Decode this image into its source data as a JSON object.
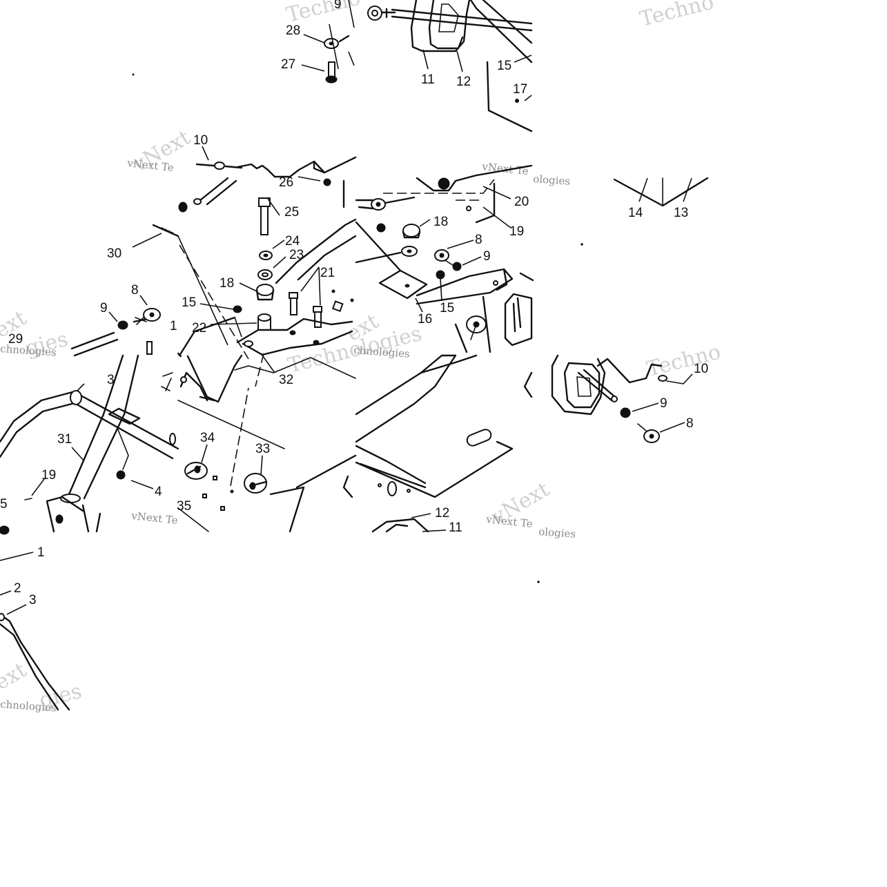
{
  "watermark": {
    "brand": "Technologies",
    "brand_short": "Techno",
    "credit": "vNext Technologies",
    "credit_short": "vNext Te",
    "fragment_ext": "ext",
    "fragment_vnext": "vNext",
    "fragment_chnologies": "chnologies",
    "fragment_ologies": "ologies",
    "fragment_gies": "gies"
  },
  "callouts": {
    "c1": "1",
    "c2": "2",
    "c3": "3",
    "c4": "4",
    "c5": "5",
    "c8": "8",
    "c9": "9",
    "c10": "10",
    "c11": "11",
    "c12": "12",
    "c13": "13",
    "c14": "14",
    "c15": "15",
    "c16": "16",
    "c17": "17",
    "c18": "18",
    "c19": "19",
    "c20": "20",
    "c21": "21",
    "c22": "22",
    "c23": "23",
    "c24": "24",
    "c25": "25",
    "c26": "26",
    "c27": "27",
    "c28": "28",
    "c29": "29",
    "c30": "30",
    "c31": "31",
    "c32": "32",
    "c33": "33",
    "c34": "34",
    "c35": "35"
  }
}
